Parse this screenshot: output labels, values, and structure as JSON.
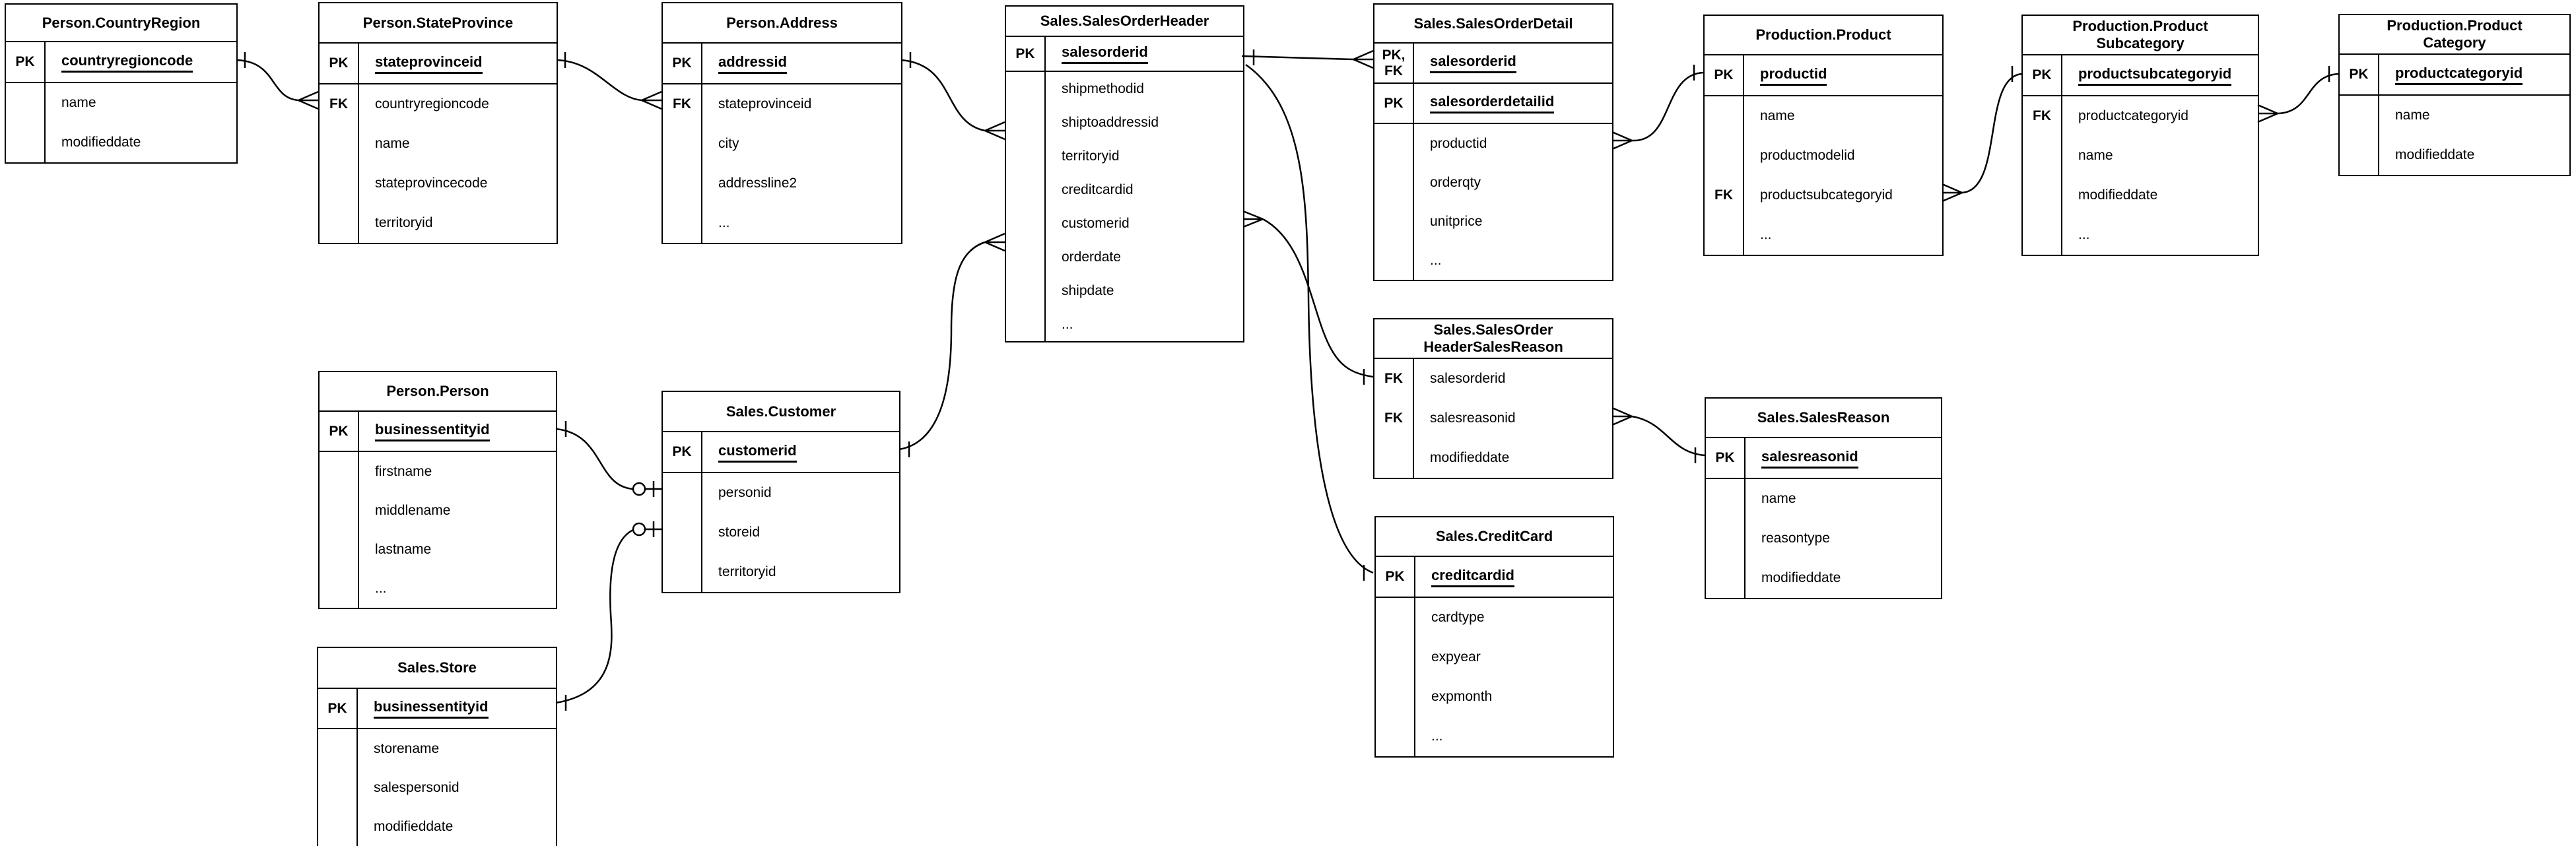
{
  "diagram_colors": {
    "line": "#000000",
    "background": "#ffffff",
    "text": "#000000"
  },
  "tables": [
    {
      "title": "Person.CountryRegion",
      "sections": [
        [
          {
            "key": "PK",
            "name": "countryregioncode",
            "pk": true
          }
        ],
        [
          {
            "key": "",
            "name": "name"
          },
          {
            "key": "",
            "name": "modifieddate"
          }
        ]
      ]
    },
    {
      "title": "Person.StateProvince",
      "sections": [
        [
          {
            "key": "PK",
            "name": "stateprovinceid",
            "pk": true
          }
        ],
        [
          {
            "key": "FK",
            "name": "countryregioncode"
          },
          {
            "key": "",
            "name": "name"
          },
          {
            "key": "",
            "name": "stateprovincecode"
          },
          {
            "key": "",
            "name": "territoryid"
          }
        ]
      ]
    },
    {
      "title": "Person.Address",
      "sections": [
        [
          {
            "key": "PK",
            "name": "addressid",
            "pk": true
          }
        ],
        [
          {
            "key": "FK",
            "name": "stateprovinceid"
          },
          {
            "key": "",
            "name": "city"
          },
          {
            "key": "",
            "name": "addressline2"
          },
          {
            "key": "",
            "name": "..."
          }
        ]
      ]
    },
    {
      "title": "Sales.SalesOrderHeader",
      "sections": [
        [
          {
            "key": "PK",
            "name": "salesorderid",
            "pk": true
          }
        ],
        [
          {
            "key": "",
            "name": "shipmethodid"
          },
          {
            "key": "",
            "name": "shiptoaddressid"
          },
          {
            "key": "",
            "name": "territoryid"
          },
          {
            "key": "",
            "name": "creditcardid"
          },
          {
            "key": "",
            "name": "customerid"
          },
          {
            "key": "",
            "name": "orderdate"
          },
          {
            "key": "",
            "name": "shipdate"
          },
          {
            "key": "",
            "name": "..."
          }
        ]
      ]
    },
    {
      "title": "Sales.SalesOrderDetail",
      "sections": [
        [
          {
            "key": "PK,\nFK",
            "name": "salesorderid",
            "pk": true
          }
        ],
        [
          {
            "key": "PK",
            "name": "salesorderdetailid",
            "pk": true
          }
        ],
        [
          {
            "key": "",
            "name": "productid"
          },
          {
            "key": "",
            "name": "orderqty"
          },
          {
            "key": "",
            "name": "unitprice"
          },
          {
            "key": "",
            "name": "..."
          }
        ]
      ]
    },
    {
      "title": "Production.Product",
      "sections": [
        [
          {
            "key": "PK",
            "name": "productid",
            "pk": true
          }
        ],
        [
          {
            "key": "",
            "name": "name"
          },
          {
            "key": "",
            "name": "productmodelid"
          },
          {
            "key": "FK",
            "name": "productsubcategoryid"
          },
          {
            "key": "",
            "name": "..."
          }
        ]
      ]
    },
    {
      "title": "Production.Product\nSubcategory",
      "sections": [
        [
          {
            "key": "PK",
            "name": "productsubcategoryid",
            "pk": true
          }
        ],
        [
          {
            "key": "FK",
            "name": "productcategoryid"
          },
          {
            "key": "",
            "name": "name"
          },
          {
            "key": "",
            "name": "modifieddate"
          },
          {
            "key": "",
            "name": "..."
          }
        ]
      ]
    },
    {
      "title": "Production.Product\nCategory",
      "sections": [
        [
          {
            "key": "PK",
            "name": "productcategoryid",
            "pk": true
          }
        ],
        [
          {
            "key": "",
            "name": "name"
          },
          {
            "key": "",
            "name": "modifieddate"
          }
        ]
      ]
    },
    {
      "title": "Person.Person",
      "sections": [
        [
          {
            "key": "PK",
            "name": "businessentityid",
            "pk": true
          }
        ],
        [
          {
            "key": "",
            "name": "firstname"
          },
          {
            "key": "",
            "name": "middlename"
          },
          {
            "key": "",
            "name": "lastname"
          },
          {
            "key": "",
            "name": "..."
          }
        ]
      ]
    },
    {
      "title": "Sales.Customer",
      "sections": [
        [
          {
            "key": "PK",
            "name": "customerid",
            "pk": true
          }
        ],
        [
          {
            "key": "",
            "name": "personid"
          },
          {
            "key": "",
            "name": "storeid"
          },
          {
            "key": "",
            "name": "territoryid"
          }
        ]
      ]
    },
    {
      "title": "Sales.SalesOrder\nHeaderSalesReason",
      "sections": [
        [
          {
            "key": "FK",
            "name": "salesorderid"
          },
          {
            "key": "FK",
            "name": "salesreasonid"
          },
          {
            "key": "",
            "name": "modifieddate"
          }
        ]
      ]
    },
    {
      "title": "Sales.SalesReason",
      "sections": [
        [
          {
            "key": "PK",
            "name": "salesreasonid",
            "pk": true
          }
        ],
        [
          {
            "key": "",
            "name": "name"
          },
          {
            "key": "",
            "name": "reasontype"
          },
          {
            "key": "",
            "name": "modifieddate"
          }
        ]
      ]
    },
    {
      "title": "Sales.CreditCard",
      "sections": [
        [
          {
            "key": "PK",
            "name": "creditcardid",
            "pk": true
          }
        ],
        [
          {
            "key": "",
            "name": "cardtype"
          },
          {
            "key": "",
            "name": "expyear"
          },
          {
            "key": "",
            "name": "expmonth"
          },
          {
            "key": "",
            "name": "..."
          }
        ]
      ]
    },
    {
      "title": "Sales.Store",
      "sections": [
        [
          {
            "key": "PK",
            "name": "businessentityid",
            "pk": true
          }
        ],
        [
          {
            "key": "",
            "name": "storename"
          },
          {
            "key": "",
            "name": "salespersonid"
          },
          {
            "key": "",
            "name": "modifieddate"
          }
        ]
      ]
    }
  ],
  "relationships": [
    {
      "from": "Person.CountryRegion.countryregioncode",
      "to": "Person.StateProvince.countryregioncode",
      "from_end": "one",
      "to_end": "many"
    },
    {
      "from": "Person.StateProvince.stateprovinceid",
      "to": "Person.Address.stateprovinceid",
      "from_end": "one",
      "to_end": "many"
    },
    {
      "from": "Person.Address.addressid",
      "to": "Sales.SalesOrderHeader.shiptoaddressid",
      "from_end": "one",
      "to_end": "many"
    },
    {
      "from": "Sales.SalesOrderHeader.salesorderid",
      "to": "Sales.SalesOrderDetail.salesorderid",
      "from_end": "one",
      "to_end": "many"
    },
    {
      "from": "Sales.SalesOrderHeader",
      "to": "Sales.SalesOrderHeaderSalesReason.salesorderid",
      "from_end": "many",
      "to_end": "one"
    },
    {
      "from": "Sales.SalesOrderHeader.salesorderid",
      "to": "Sales.CreditCard.creditcardid",
      "from_end": "line",
      "to_end": "one"
    },
    {
      "from": "Sales.SalesOrderHeaderSalesReason.salesreasonid",
      "to": "Sales.SalesReason.salesreasonid",
      "from_end": "many",
      "to_end": "one"
    },
    {
      "from": "Sales.SalesOrderDetail.productid",
      "to": "Production.Product.productid",
      "from_end": "many",
      "to_end": "one"
    },
    {
      "from": "Production.Product.productsubcategoryid",
      "to": "Production.ProductSubcategory.productsubcategoryid",
      "from_end": "many",
      "to_end": "one"
    },
    {
      "from": "Production.ProductSubcategory.productcategoryid",
      "to": "Production.ProductCategory.productcategoryid",
      "from_end": "many",
      "to_end": "one"
    },
    {
      "from": "Person.Person.businessentityid",
      "to": "Sales.Customer.personid",
      "from_end": "one",
      "to_end": "zero-or-one"
    },
    {
      "from": "Sales.Store.businessentityid",
      "to": "Sales.Customer.storeid",
      "from_end": "one",
      "to_end": "zero-or-one"
    },
    {
      "from": "Sales.Customer.customerid",
      "to": "Sales.SalesOrderHeader.customerid",
      "from_end": "one",
      "to_end": "many"
    }
  ]
}
